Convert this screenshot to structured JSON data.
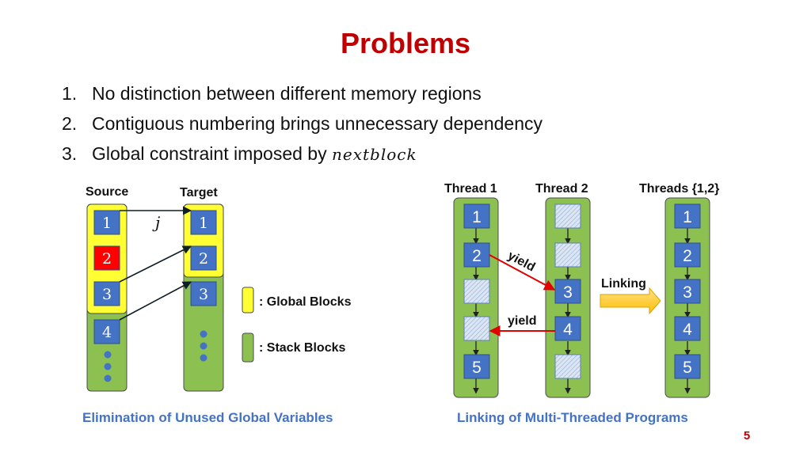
{
  "title": "Problems",
  "problems": [
    {
      "num": "1.",
      "text": "No distinction between different memory regions"
    },
    {
      "num": "2.",
      "text": "Contiguous numbering brings unnecessary dependency"
    },
    {
      "num": "3.",
      "text": "Global constraint imposed by ",
      "math": "nextblock"
    }
  ],
  "left_diagram": {
    "source_label": "Source",
    "target_label": "Target",
    "source_blocks": [
      "1",
      "2",
      "3",
      "4"
    ],
    "target_blocks": [
      "1",
      "2",
      "3"
    ],
    "jump_label": "j",
    "legend": {
      "global": ": Global Blocks",
      "stack": ": Stack Blocks"
    },
    "caption": "Elimination of Unused Global Variables"
  },
  "right_diagram": {
    "thread1_label": "Thread 1",
    "thread2_label": "Thread 2",
    "merged_label": "Threads {1,2}",
    "thread1_blocks": [
      "1",
      "2",
      "",
      "",
      "5"
    ],
    "thread2_blocks": [
      "",
      "",
      "3",
      "4",
      ""
    ],
    "merged_blocks": [
      "1",
      "2",
      "3",
      "4",
      "5"
    ],
    "yield_label_1": "yield",
    "yield_label_2": "yield",
    "linking_label": "Linking",
    "caption": "Linking of Multi-Threaded Programs"
  },
  "page_number": "5",
  "colors": {
    "title": "#c00000",
    "global_block": "#ffff33",
    "stack_block": "#8cc152",
    "block_blue": "#4472c4",
    "block_red": "#ff0000",
    "caption": "#4472c4",
    "yield_arrow": "#e00000",
    "linking_arrow": "#ffc000"
  }
}
